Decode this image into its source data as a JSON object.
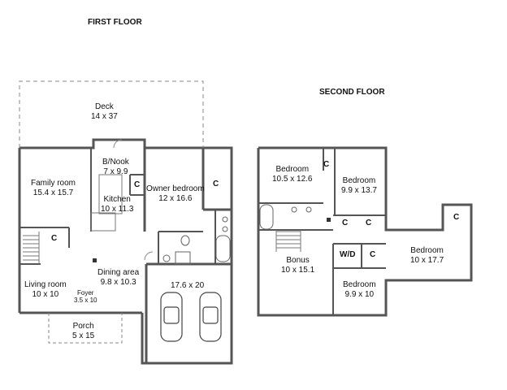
{
  "first_floor": {
    "title": "FIRST FLOOR",
    "rooms": {
      "deck": {
        "name": "Deck",
        "size": "14 x 37"
      },
      "bnook": {
        "name": "B/Nook",
        "size": "7 x 9.9"
      },
      "family": {
        "name": "Family room",
        "size": "15.4 x 15.7"
      },
      "kitchen": {
        "name": "Kitchen",
        "size": "10 x 11.3"
      },
      "owner": {
        "name": "Owner bedroom",
        "size": "12 x 16.6"
      },
      "dining": {
        "name": "Dining area",
        "size": "9.8 x 10.3"
      },
      "living": {
        "name": "Living room",
        "size": "10 x 10"
      },
      "foyer": {
        "name": "Foyer",
        "size": "3.5 x 10"
      },
      "porch": {
        "name": "Porch",
        "size": "5 x 15"
      },
      "garage": {
        "name": "",
        "size": "17.6 x 20"
      }
    },
    "closet_label": "C"
  },
  "second_floor": {
    "title": "SECOND FLOOR",
    "rooms": {
      "bed1": {
        "name": "Bedroom",
        "size": "10.5 x 12.6"
      },
      "bed2": {
        "name": "Bedroom",
        "size": "9.9 x 13.7"
      },
      "bed3": {
        "name": "Bedroom",
        "size": "10 x 17.7"
      },
      "bonus": {
        "name": "Bonus",
        "size": "10 x 15.1"
      },
      "bed4": {
        "name": "Bedroom",
        "size": "9.9 x 10"
      }
    },
    "closet_label": "C",
    "laundry_label": "W/D"
  }
}
